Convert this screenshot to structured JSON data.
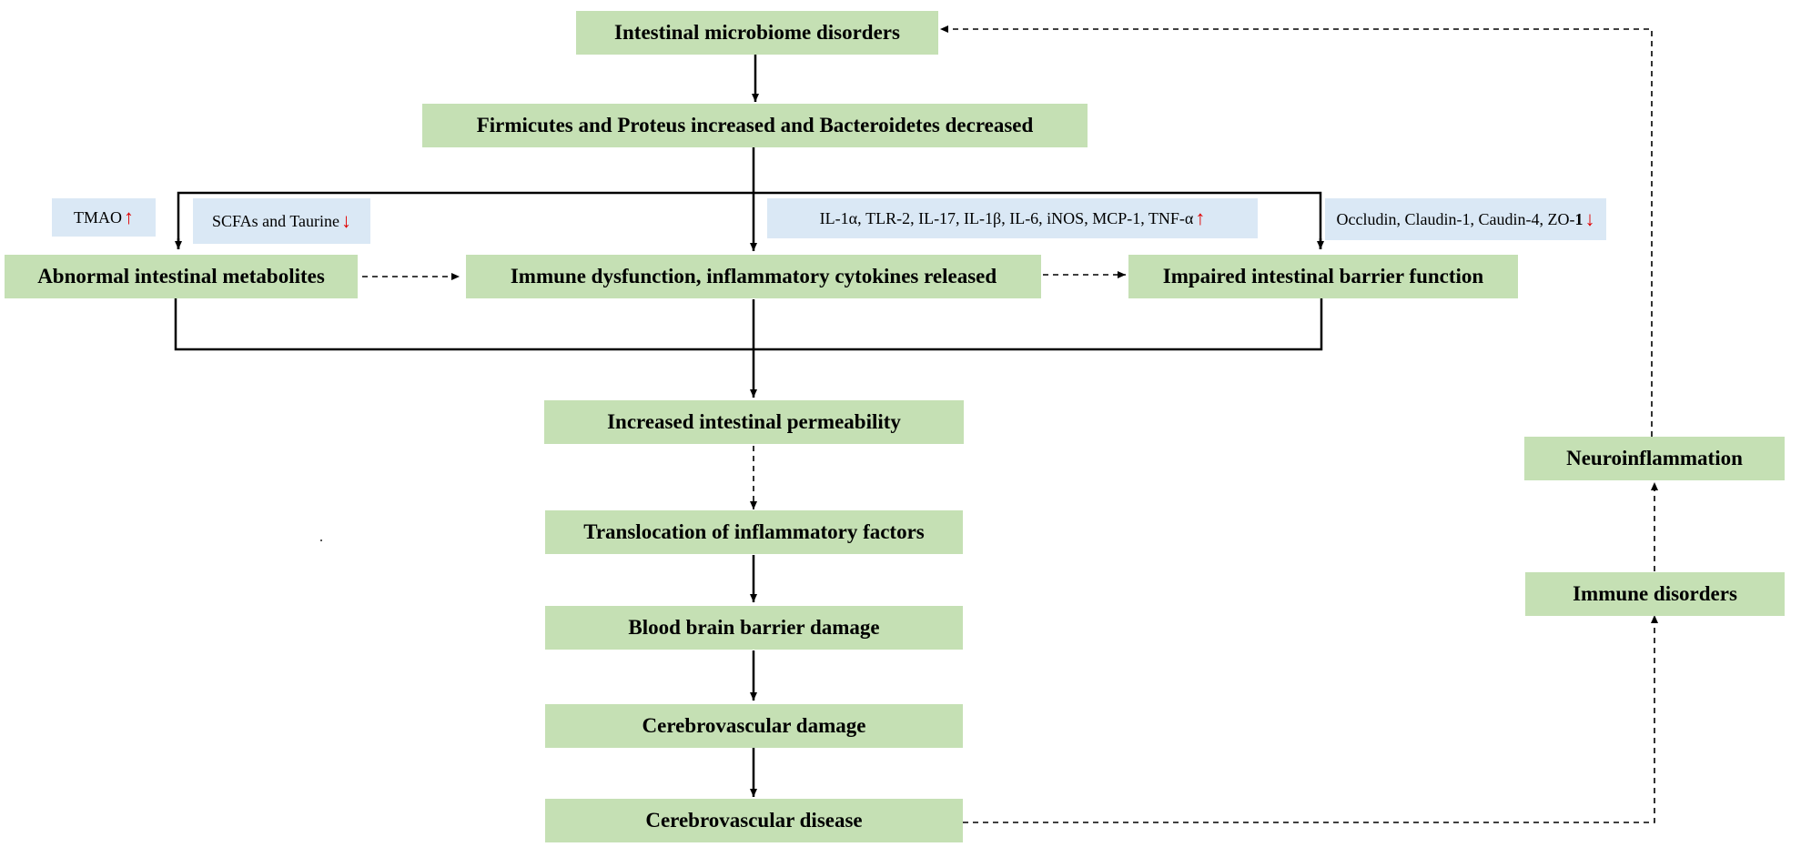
{
  "nodes": {
    "microbiome": "Intestinal microbiome disorders",
    "firmicutes": "Firmicutes and Proteus increased and Bacteroidetes decreased",
    "metabolites": "Abnormal intestinal metabolites",
    "immune_dysfunction": "Immune dysfunction, inflammatory cytokines released",
    "barrier": "Impaired intestinal barrier function",
    "permeability": "Increased intestinal permeability",
    "translocation": "Translocation of inflammatory factors",
    "bbb": "Blood brain barrier damage",
    "cerebro_damage": "Cerebrovascular damage",
    "cerebro_disease": "Cerebrovascular disease",
    "immune_disorders": "Immune disorders",
    "neuroinflammation": "Neuroinflammation"
  },
  "tags": {
    "tmao": "TMAO",
    "scfas": "SCFAs and Taurine",
    "cytokines": "IL-1α, TLR-2, IL-17, IL-1β, IL-6, iNOS, MCP-1, TNF-α",
    "occludin": "Occludin, Claudin-1, Caudin-4, ZO-",
    "occludin_bold": "1"
  },
  "symbols": {
    "up": "↑",
    "down": "↓"
  },
  "colors": {
    "node_fill": "#c5e0b4",
    "tag_fill": "#dae8f5",
    "indicator": "#e00000"
  }
}
